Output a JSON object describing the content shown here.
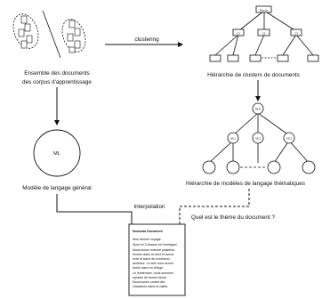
{
  "labels": {
    "corpus_line1": "Ensemble des documents",
    "corpus_line2": "des corpus d'apprentissage",
    "clustering": "clustering",
    "cluster_hierarchy": "Hiérarchie de clusters de documents",
    "model_node": "ML",
    "general_model": "Modèle de langage général",
    "thematic_models": "Hiérarchie de modèles de langage thématiques",
    "interpolation": "Interpolation",
    "question": "Quel est le thème du document ?"
  },
  "cluster_tree": {
    "root": "Racine",
    "nodes": [
      "C1",
      "C2",
      "C3"
    ]
  },
  "model_tree": {
    "root": "MLR",
    "nodes": [
      "ML1",
      "ML2",
      "ML3"
    ]
  },
  "document": {
    "title": "Nouveau Document",
    "lines": [
      "Mon dernier voyage",
      "Sport et 3 chasse en montagne",
      "Nous avons marché plusieurs",
      "heures dans la foret et avons",
      "suivi la trace de nombreux",
      "animaux. Le soir nous avons",
      "dormi dans un refuge.",
      "Le lendemain, nous sommes",
      "repartis de bonne heure.",
      "Nous avons croisé des",
      "chasseurs dans la vallée."
    ]
  }
}
